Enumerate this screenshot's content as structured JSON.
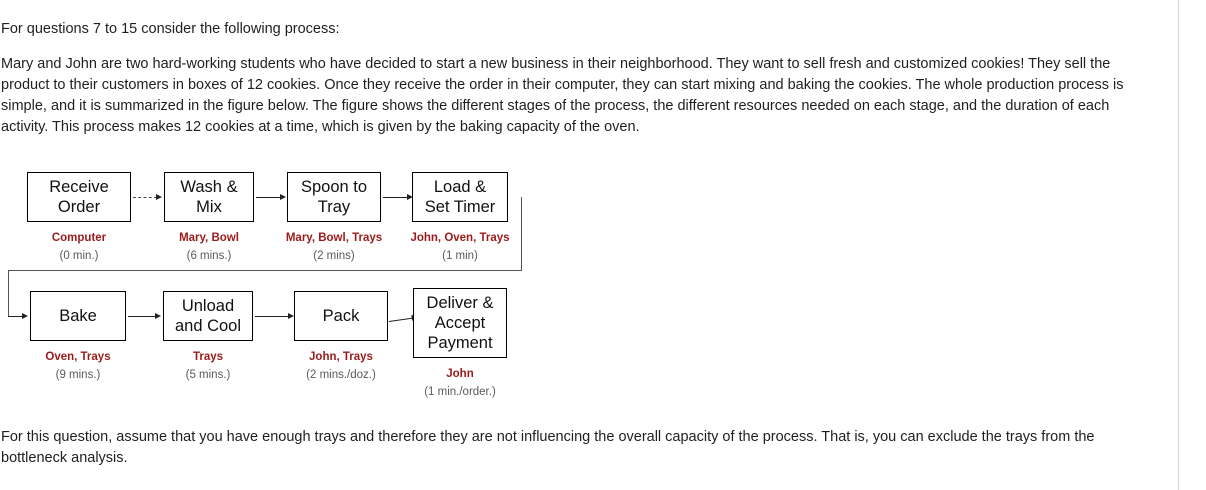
{
  "document": {
    "intro_line": "For questions 7 to 15 consider the following process:",
    "scenario": "Mary and John are two hard-working students who have decided to start a new business in their neighborhood. They want to sell fresh and customized cookies! They sell the product to their customers in boxes of 12 cookies. Once they receive the order in their computer, they can start mixing and baking the cookies. The whole production process is simple, and it is summarized in the figure below. The figure shows the different stages of the process, the different resources needed on each stage, and the duration of each activity. This process makes 12 cookies at a time, which is given by the baking capacity of the oven.",
    "closing": "For this question, assume that you have enough trays and therefore they are not influencing the overall capacity of the process. That is, you can exclude the trays from the bottleneck analysis."
  },
  "diagram": {
    "resource_color": "#9b1b1b",
    "duration_color": "#5a5a5a",
    "steps": [
      {
        "label": "Receive\nOrder",
        "line1": "Receive",
        "line2": "Order",
        "resources": "Computer",
        "duration": "(0 min.)"
      },
      {
        "label": "Wash &\nMix",
        "line1": "Wash &",
        "line2": "Mix",
        "resources": "Mary, Bowl",
        "duration": "(6 mins.)"
      },
      {
        "label": "Spoon to\nTray",
        "line1": "Spoon to",
        "line2": "Tray",
        "resources": "Mary, Bowl, Trays",
        "duration": "(2 mins)"
      },
      {
        "label": "Load &\nSet Timer",
        "line1": "Load &",
        "line2": "Set Timer",
        "resources": "John, Oven, Trays",
        "duration": "(1 min)"
      },
      {
        "label": "Bake",
        "line1": "Bake",
        "line2": "",
        "resources": "Oven, Trays",
        "duration": "(9 mins.)"
      },
      {
        "label": "Unload\nand Cool",
        "line1": "Unload",
        "line2": "and Cool",
        "resources": "Trays",
        "duration": "(5 mins.)"
      },
      {
        "label": "Pack",
        "line1": "Pack",
        "line2": "",
        "resources": "John, Trays",
        "duration": "(2 mins./doz.)"
      },
      {
        "label": "Deliver &\nAccept\nPayment",
        "line1": "Deliver &",
        "line2": "Accept",
        "line3": "Payment",
        "resources": "John",
        "duration": "(1 min./order.)"
      }
    ]
  }
}
